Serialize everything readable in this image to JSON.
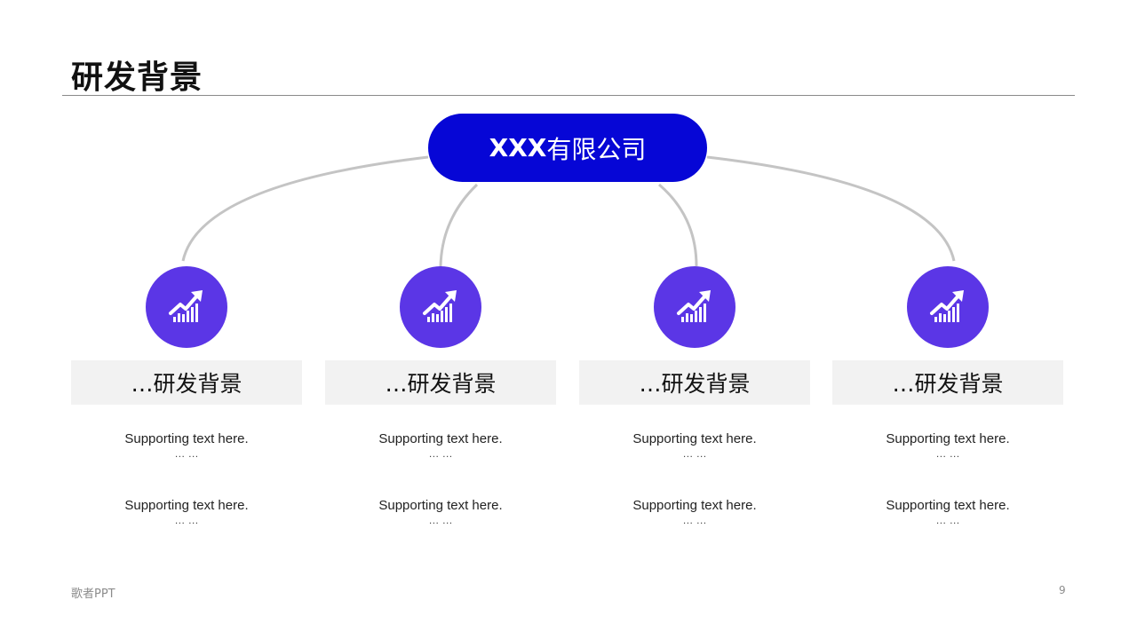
{
  "slide": {
    "title": "研发背景",
    "company": {
      "prefix": "XXX",
      "suffix": "有限公司"
    },
    "nodes": [
      {
        "icon": "growth-chart-icon",
        "label": "…研发背景",
        "support": [
          {
            "text": "Supporting text here.",
            "dots": "… …"
          },
          {
            "text": "Supporting text here.",
            "dots": "… …"
          }
        ]
      },
      {
        "icon": "growth-chart-icon",
        "label": "…研发背景",
        "support": [
          {
            "text": "Supporting text here.",
            "dots": "… …"
          },
          {
            "text": "Supporting text here.",
            "dots": "… …"
          }
        ]
      },
      {
        "icon": "growth-chart-icon",
        "label": "…研发背景",
        "support": [
          {
            "text": "Supporting text here.",
            "dots": "… …"
          },
          {
            "text": "Supporting text here.",
            "dots": "… …"
          }
        ]
      },
      {
        "icon": "growth-chart-icon",
        "label": "…研发背景",
        "support": [
          {
            "text": "Supporting text here.",
            "dots": "… …"
          },
          {
            "text": "Supporting text here.",
            "dots": "… …"
          }
        ]
      }
    ],
    "footer": {
      "brand": "歌者PPT",
      "page_number": "9"
    },
    "colors": {
      "company_fill": "#0606d6",
      "icon_fill": "#5b36e6",
      "label_fill": "#f2f2f2",
      "connector": "#c4c4c4"
    }
  }
}
